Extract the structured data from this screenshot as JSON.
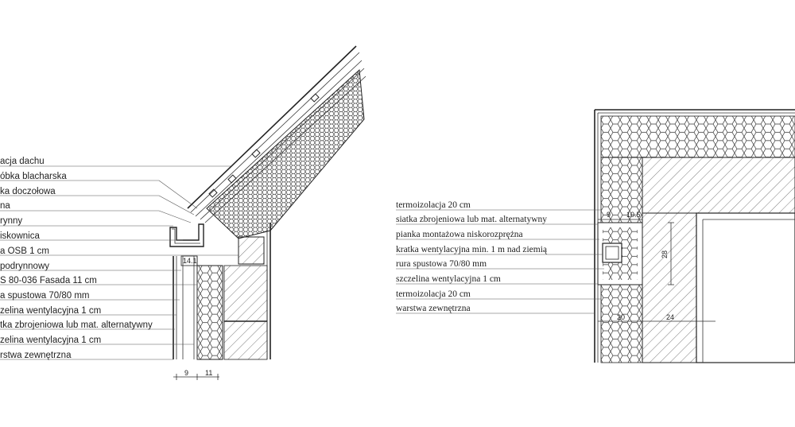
{
  "left_labels": [
    "acja dachu",
    "óbka blacharska",
    "ka doczołowa",
    "na",
    " rynny",
    "iskownica",
    "a OSB 1 cm",
    " podrynnowy",
    "S 80-036 Fasada 11 cm",
    "a spustowa 70/80 mm",
    "zelina wentylacyjna 1 cm",
    "tka zbrojeniowa lub mat. alternatywny",
    "zelina wentylacyjna 1 cm",
    "rstwa zewnętrzna"
  ],
  "right_labels": [
    "termoizolacja 20 cm",
    "siatka zbrojeniowa lub mat. alternatywny",
    "pianka montażowa niskorozprężna",
    "kratka wentylacyjna min. 1 m nad ziemią",
    "rura spustowa 70/80 mm",
    "szczelina wentylacyjna 1 cm",
    "termoizolacja 20 cm",
    "warstwa zewnętrzna"
  ],
  "left_dims": {
    "a": "9",
    "b": "11",
    "c": "14.1"
  },
  "right_dims": {
    "a": "9",
    "b": "10.5",
    "c": "28",
    "d": "20",
    "e": "24"
  }
}
